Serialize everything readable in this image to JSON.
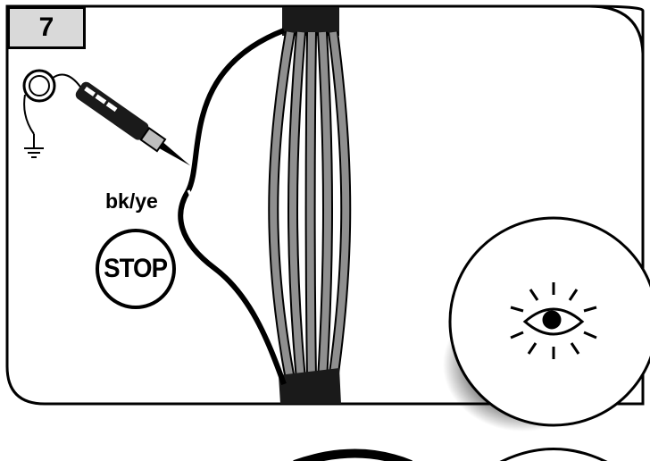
{
  "step": {
    "number": "7"
  },
  "wire": {
    "label": "bk/ye"
  },
  "warning": {
    "text": "STOP"
  },
  "icons": {
    "tester": "voltage-tester-probe-icon",
    "ground": "ground-symbol-icon",
    "inspect": "eye-icon",
    "cable": "cable-bundle-icon"
  },
  "colors": {
    "outline": "#000000",
    "badge_fill": "#d9d9d9",
    "wire_gray": "#8f8f8f",
    "background": "#ffffff"
  }
}
